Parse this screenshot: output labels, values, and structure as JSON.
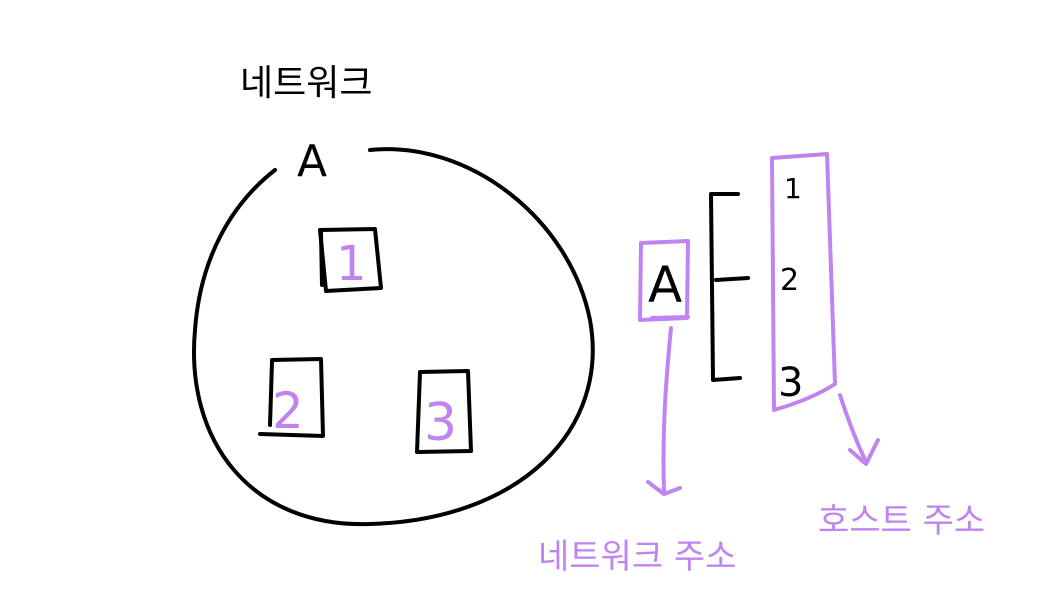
{
  "title": "네트워크",
  "network_letter": "A",
  "hosts": [
    {
      "label": "1"
    },
    {
      "label": "2"
    },
    {
      "label": "3"
    }
  ],
  "address": {
    "network_part": "A",
    "host_parts": [
      "1",
      "2",
      "3"
    ],
    "network_address_label": "네트워크 주소",
    "host_address_label": "호스트 주소"
  },
  "colors": {
    "ink": "#000000",
    "highlight": "#c084f0",
    "background": "#ffffff"
  }
}
